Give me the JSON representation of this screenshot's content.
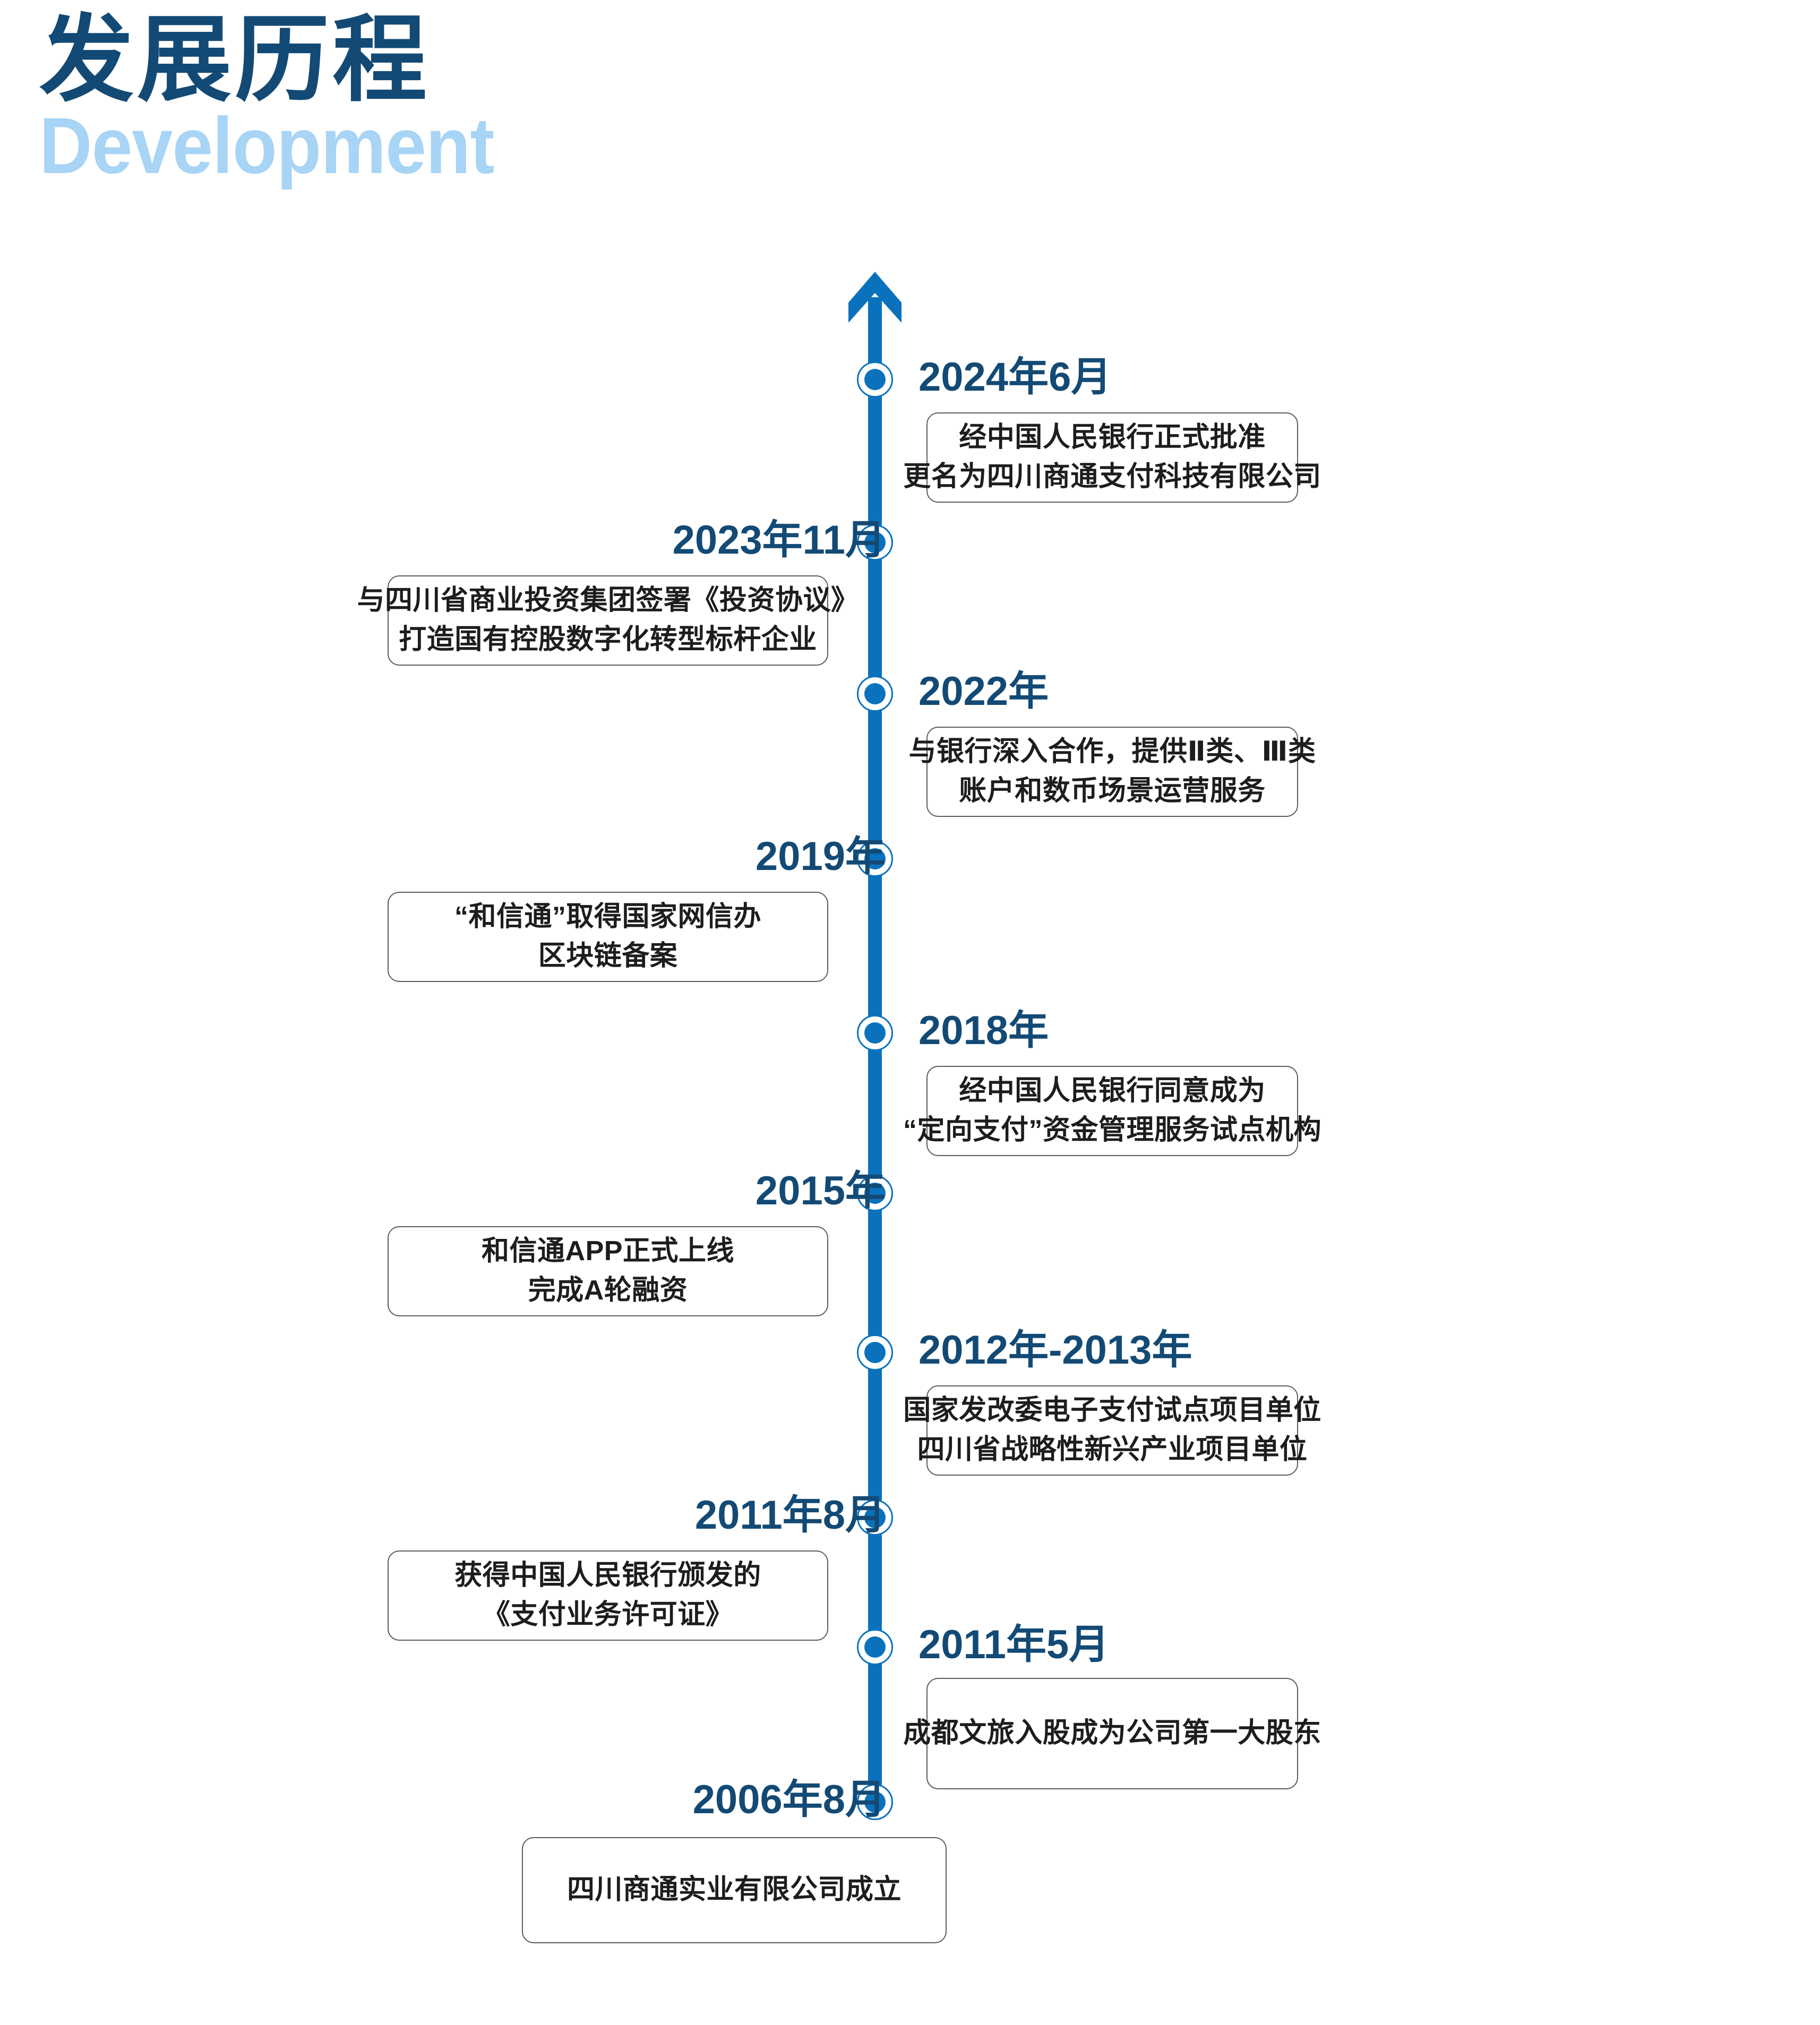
{
  "heading": {
    "title_cn": "发展历程",
    "title_en": "Development"
  },
  "colors": {
    "dark_blue": "#134a75",
    "light_blue": "#a8d4f5",
    "accent_blue": "#0a72bd",
    "card_border": "#5c5c5c",
    "body_text": "#1d1d1d"
  },
  "axis": {
    "arrow_icon": "arrow-up-icon",
    "marker_icon": "timeline-dot-icon"
  },
  "timeline": [
    {
      "date": "2024年6月",
      "side": "right",
      "lines": [
        "经中国人民银行正式批准",
        "更名为四川商通支付科技有限公司"
      ]
    },
    {
      "date": "2023年11月",
      "side": "left",
      "lines": [
        "与四川省商业投资集团签署《投资协议》",
        "打造国有控股数字化转型标杆企业"
      ]
    },
    {
      "date": "2022年",
      "side": "right",
      "lines": [
        "与银行深入合作，提供Ⅱ类、Ⅲ类",
        "账户和数币场景运营服务"
      ]
    },
    {
      "date": "2019年",
      "side": "left",
      "lines": [
        "“和信通”取得国家网信办",
        "区块链备案"
      ]
    },
    {
      "date": "2018年",
      "side": "right",
      "lines": [
        "经中国人民银行同意成为",
        "“定向支付”资金管理服务试点机构"
      ]
    },
    {
      "date": "2015年",
      "side": "left",
      "lines": [
        "和信通APP正式上线",
        "完成A轮融资"
      ]
    },
    {
      "date": "2012年-2013年",
      "side": "right",
      "lines": [
        "国家发改委电子支付试点项目单位",
        "四川省战略性新兴产业项目单位"
      ]
    },
    {
      "date": "2011年8月",
      "side": "left",
      "lines": [
        "获得中国人民银行颁发的",
        "《支付业务许可证》"
      ]
    },
    {
      "date": "2011年5月",
      "side": "right",
      "lines": [
        "成都文旅入股成为公司第一大股东"
      ]
    },
    {
      "date": "2006年8月",
      "side": "left",
      "lines": [
        "四川商通实业有限公司成立"
      ]
    }
  ]
}
